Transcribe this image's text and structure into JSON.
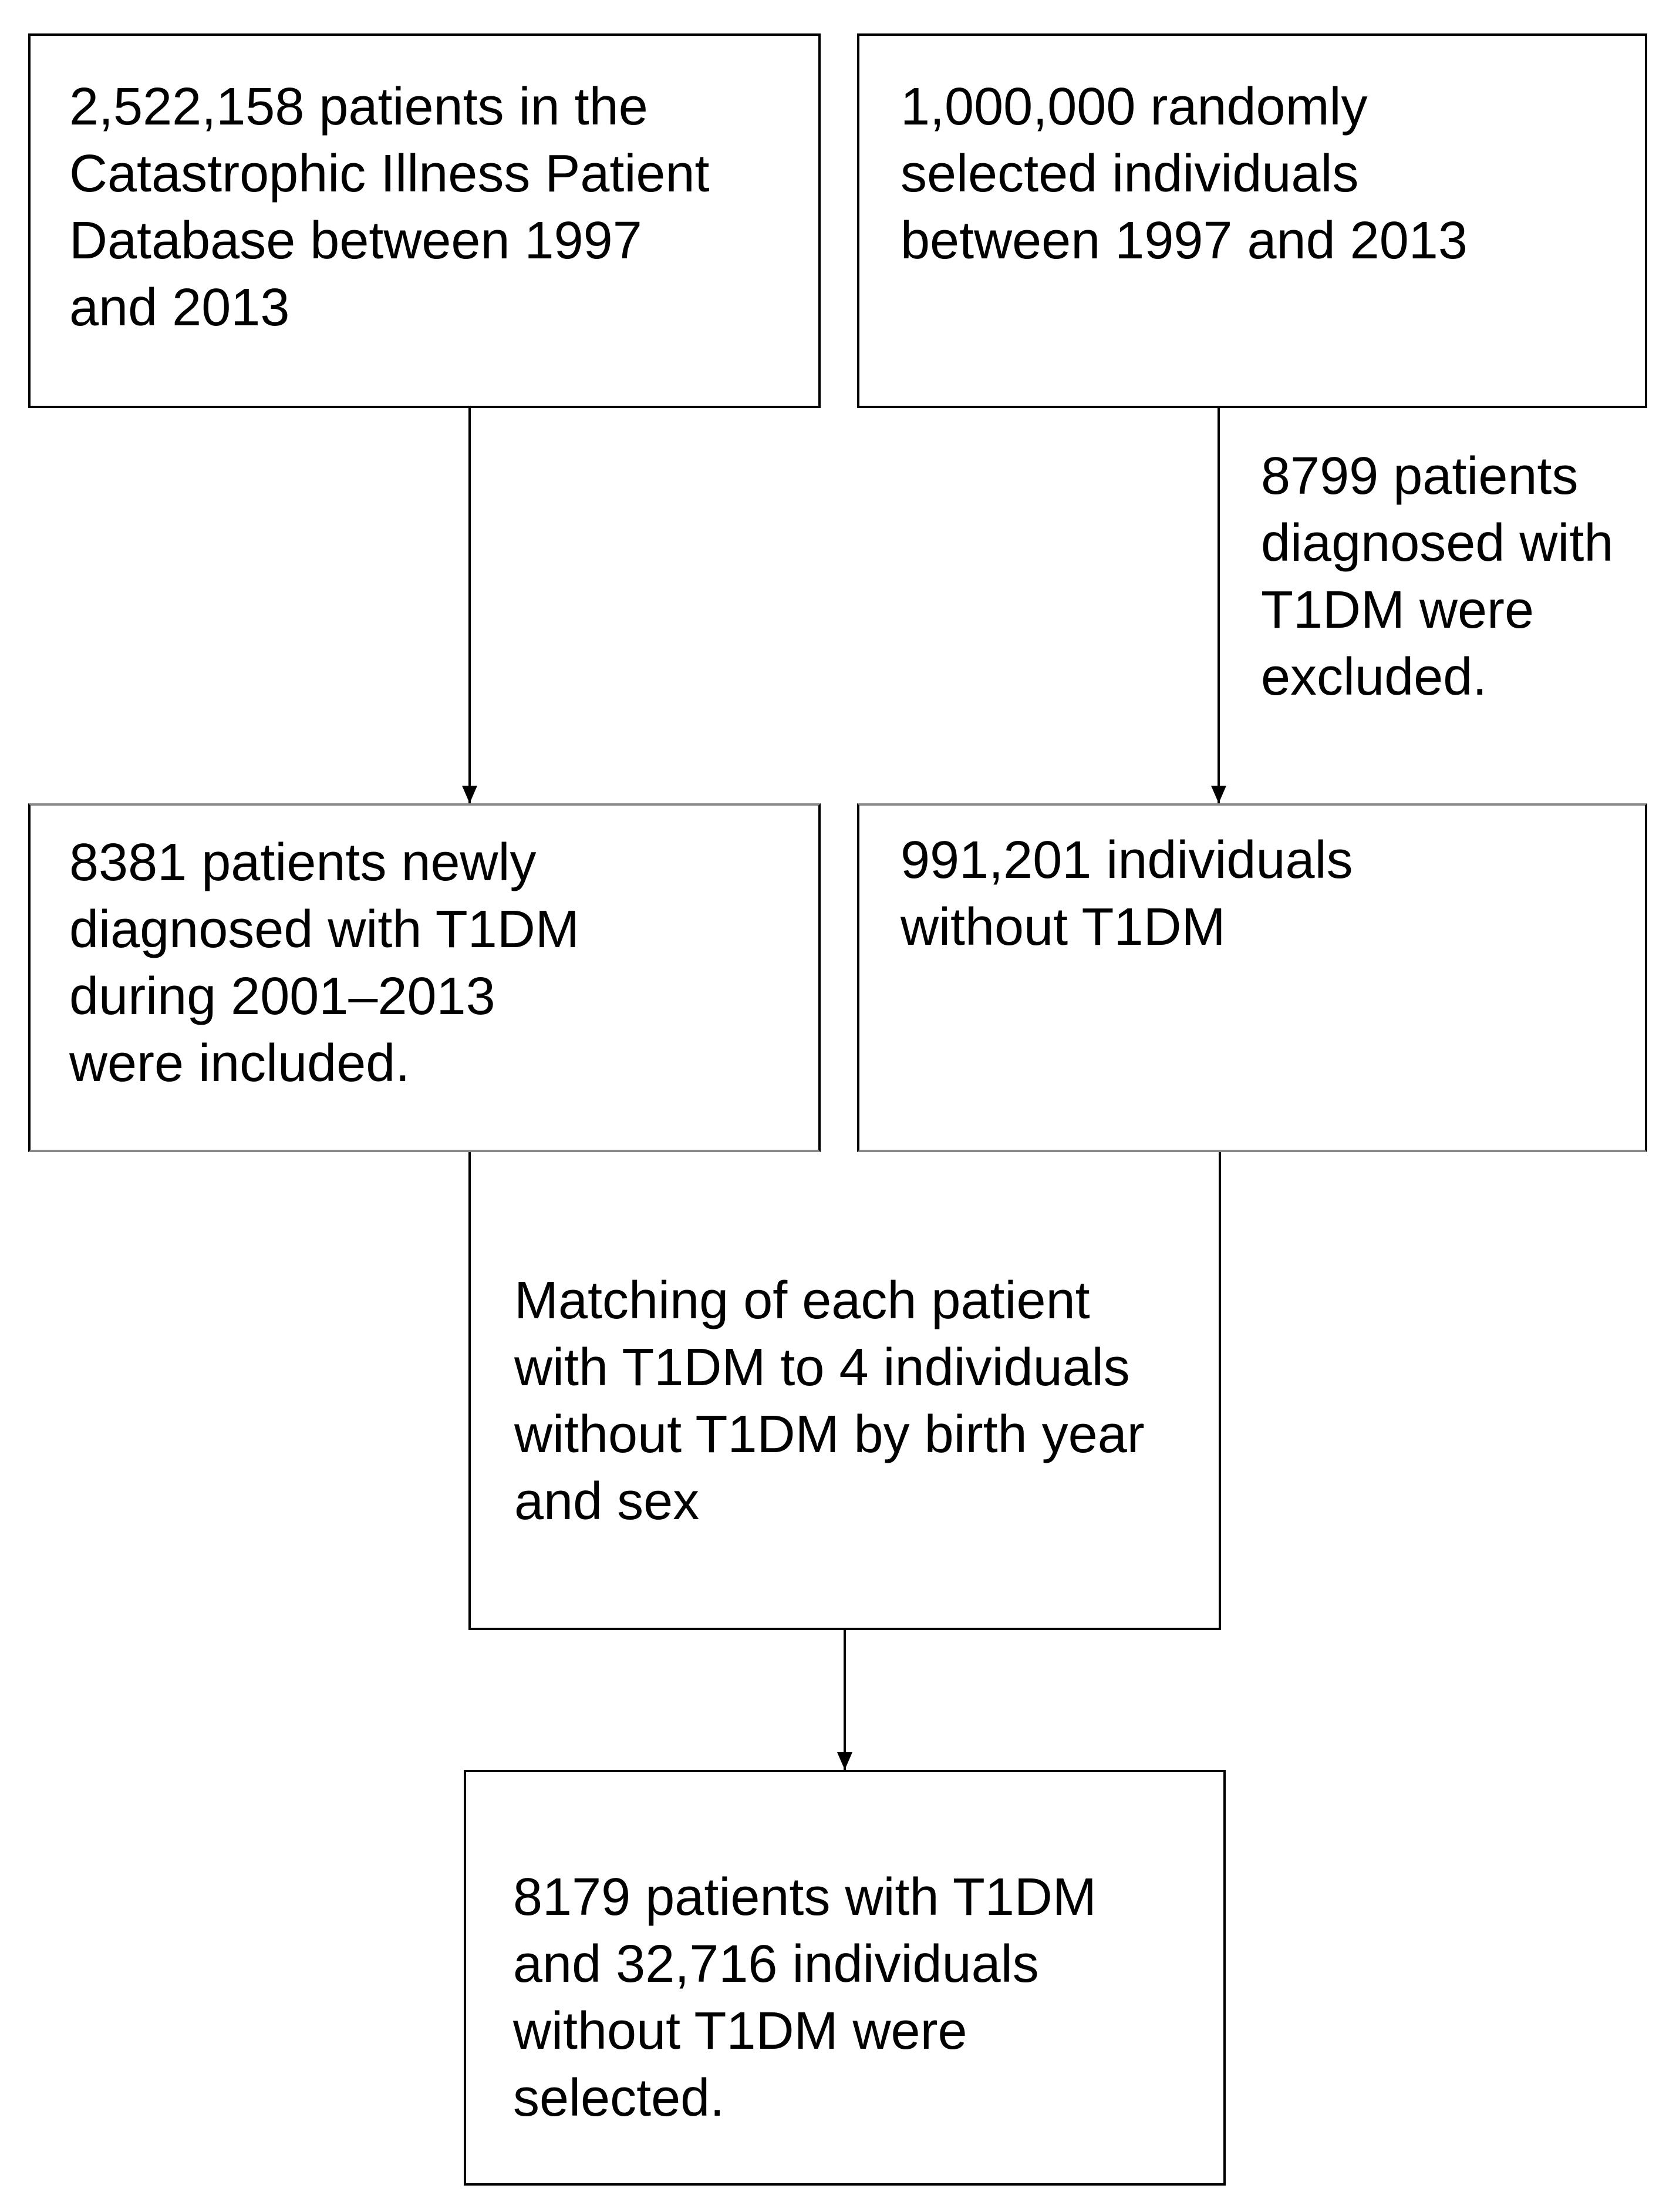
{
  "flowchart": {
    "source_box_left": {
      "text": "2,522,158 patients in the\nCatastrophic Illness Patient\nDatabase between 1997\nand 2013"
    },
    "source_box_right": {
      "text": "1,000,000 randomly\nselected individuals\nbetween 1997 and 2013"
    },
    "excluded_note": {
      "text": "8799 patients\ndiagnosed with\nT1DM were\nexcluded."
    },
    "included_box": {
      "text": "8381 patients newly\ndiagnosed with T1DM\nduring 2001–2013\nwere included."
    },
    "non_t1dm_box": {
      "text": "991,201 individuals\nwithout T1DM"
    },
    "matching_box": {
      "text": "Matching of each patient\nwith T1DM to 4 individuals\nwithout T1DM by birth year\nand sex"
    },
    "final_box": {
      "text": "8179 patients with T1DM\nand 32,716 individuals\nwithout T1DM were\nselected."
    },
    "colors": {
      "border": "#000000",
      "muted_border": "#8a8a8a",
      "text": "#000000",
      "background": "#ffffff"
    }
  }
}
